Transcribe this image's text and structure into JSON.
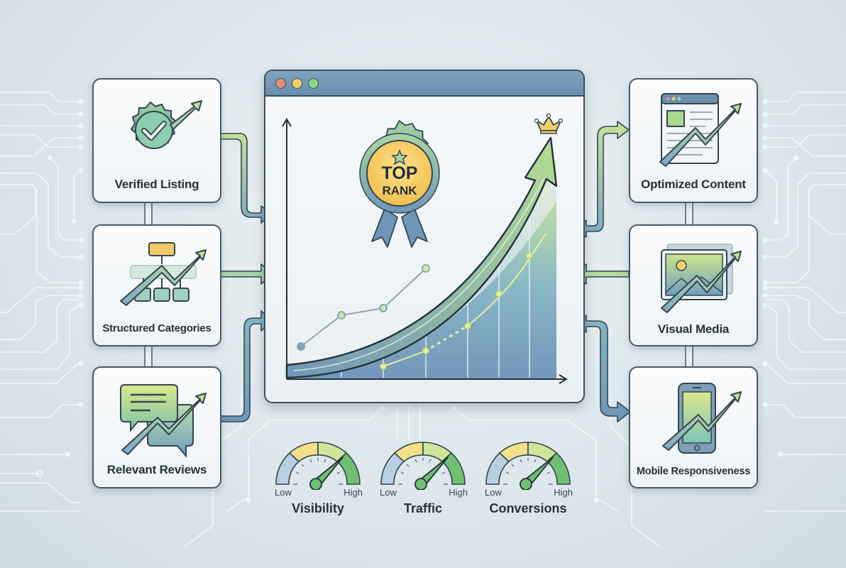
{
  "diagram": {
    "theme": {
      "background": "#dde7ec",
      "accent_green": "#7cc46a",
      "accent_yellow": "#f3d36b",
      "accent_blue": "#6f96b8",
      "outline": "#3d4f5c"
    },
    "left_factors": [
      {
        "label": "Verified Listing",
        "icon": "verified-badge-icon"
      },
      {
        "label": "Structured Categories",
        "icon": "hierarchy-chart-icon"
      },
      {
        "label": "Relevant Reviews",
        "icon": "chat-bubbles-icon"
      }
    ],
    "right_factors": [
      {
        "label": "Optimized Content",
        "icon": "web-page-icon"
      },
      {
        "label": "Visual Media",
        "icon": "image-gallery-icon"
      },
      {
        "label": "Mobile Responsiveness",
        "icon": "smartphone-icon"
      }
    ],
    "center": {
      "window_controls": [
        "close",
        "minimize",
        "maximize"
      ],
      "badge": {
        "line1": "TOP",
        "line2": "RANK",
        "icon": "star-icon"
      },
      "crown_icon": "crown-icon",
      "chart": {
        "type": "line",
        "description": "Rising growth curve with area fill and dotted trend line"
      }
    },
    "gauges": [
      {
        "name": "Visibility",
        "low": "Low",
        "high": "High",
        "level": 0.8
      },
      {
        "name": "Traffic",
        "low": "Low",
        "high": "High",
        "level": 0.8
      },
      {
        "name": "Conversions",
        "low": "Low",
        "high": "High",
        "level": 0.8
      }
    ]
  }
}
